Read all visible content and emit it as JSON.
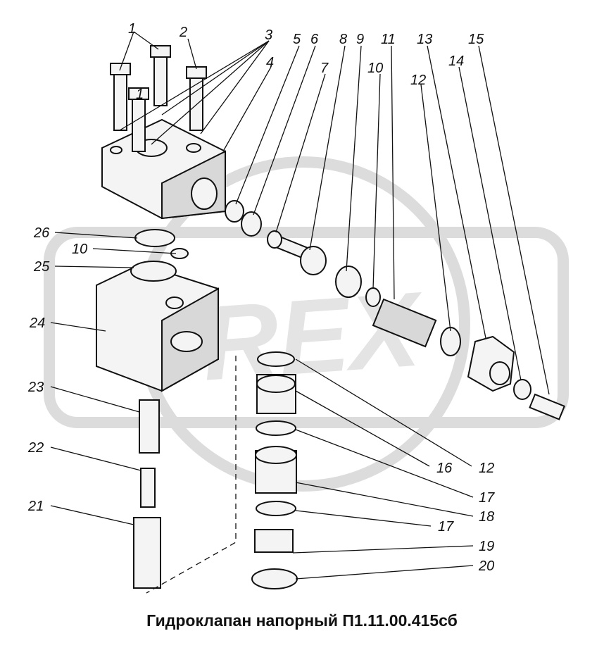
{
  "caption": "Гидроклапан напорный П1.11.00.415сб",
  "watermark": "OREX",
  "callouts": [
    "1",
    "1",
    "2",
    "3",
    "4",
    "5",
    "6",
    "7",
    "8",
    "9",
    "10",
    "11",
    "12",
    "13",
    "14",
    "15",
    "26",
    "10",
    "25",
    "24",
    "23",
    "22",
    "21",
    "16",
    "12",
    "17",
    "18",
    "17",
    "19",
    "20"
  ],
  "colors": {
    "ink": "#111111",
    "watermark": "#dcdcdc",
    "background": "#ffffff"
  }
}
